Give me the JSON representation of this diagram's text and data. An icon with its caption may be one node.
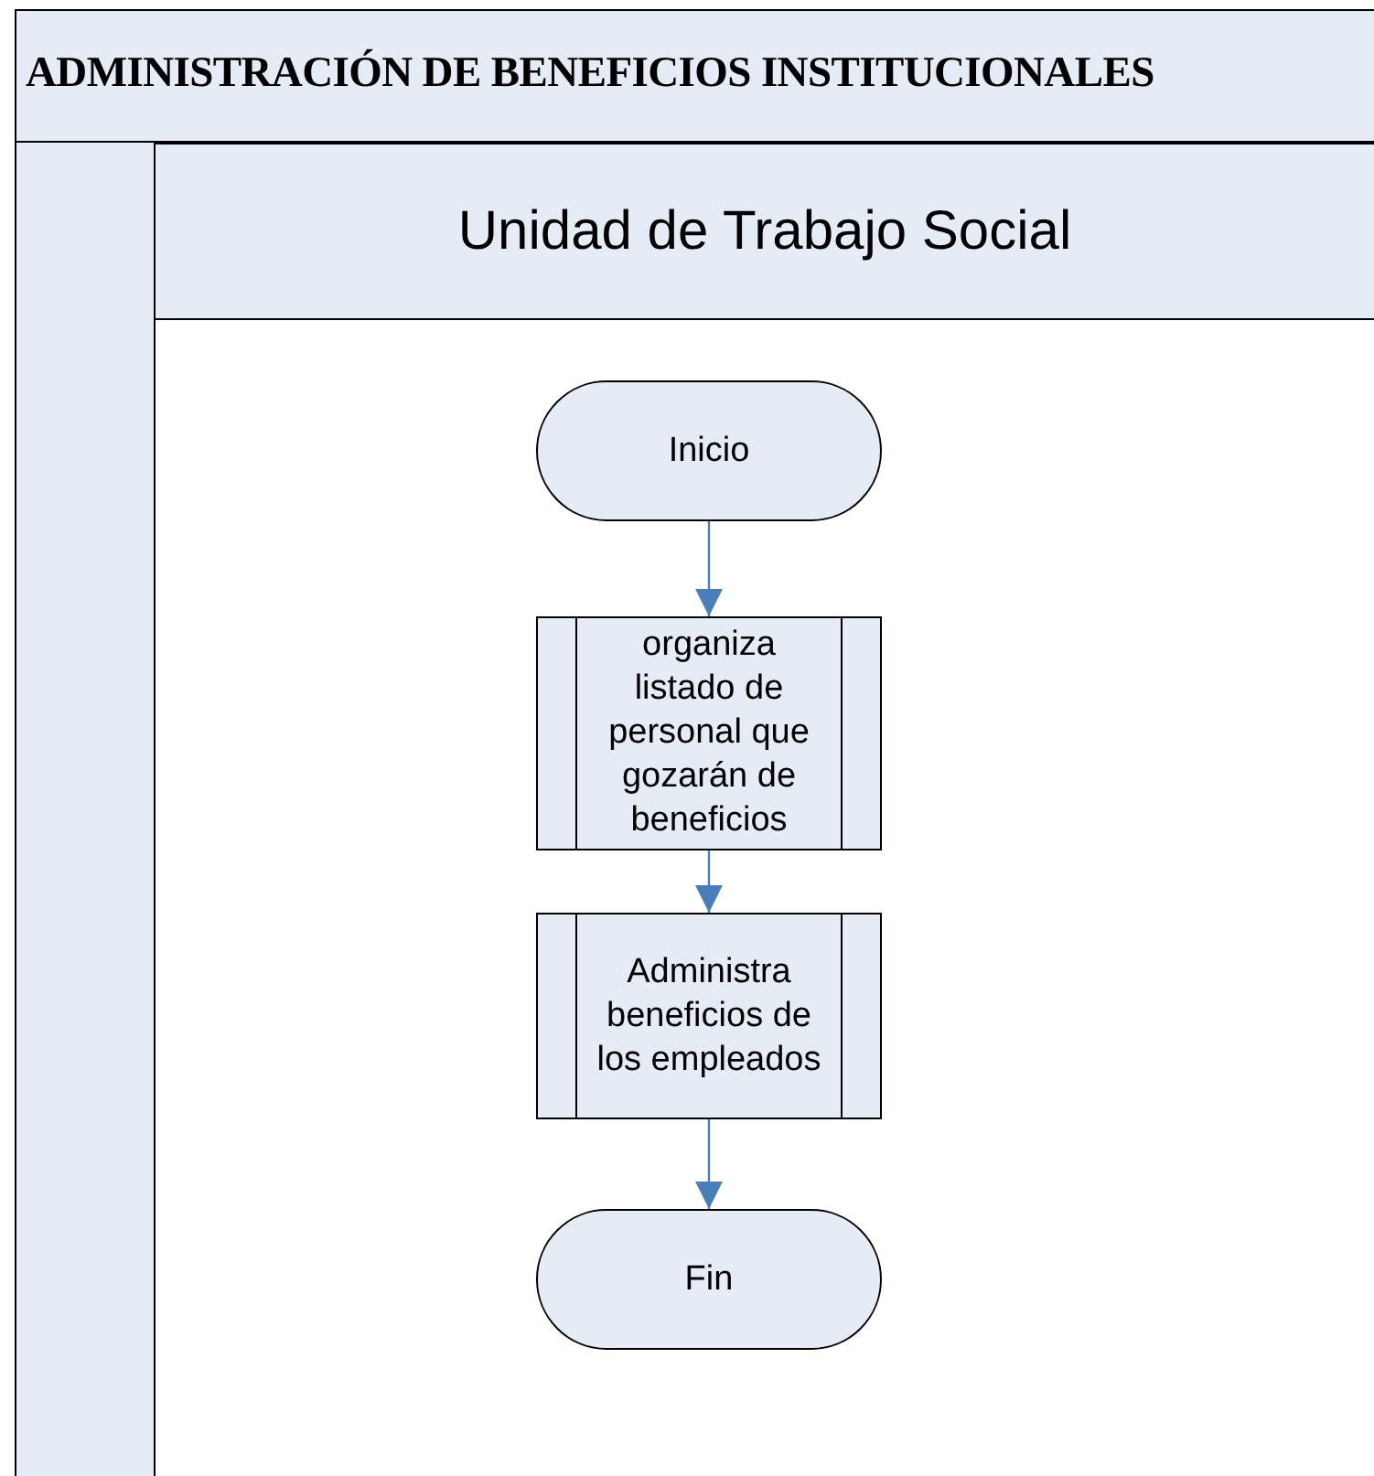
{
  "diagram": {
    "title": "ADMINISTRACIÓN DE BENEFICIOS INSTITUCIONALES",
    "nodes": [
      {
        "text": [
          "Unidad de Trabajo Social"
        ]
      },
      {
        "text": [
          "Inicio"
        ],
        "in": 0
      },
      {
        "text": [
          "organiza listado de personal que gozarán de beneficios"
        ],
        "in": 0
      },
      {
        "text": [
          "Administra beneficios de los empleados"
        ],
        "in": 0
      },
      {
        "text": [
          "Fin"
        ],
        "in": 0
      }
    ],
    "edges": [
      {
        "from": 1,
        "to": 2,
        "arrow": "to"
      },
      {
        "from": 2,
        "to": 3,
        "arrow": "to"
      },
      {
        "from": 3,
        "to": 4,
        "arrow": "to"
      }
    ]
  }
}
